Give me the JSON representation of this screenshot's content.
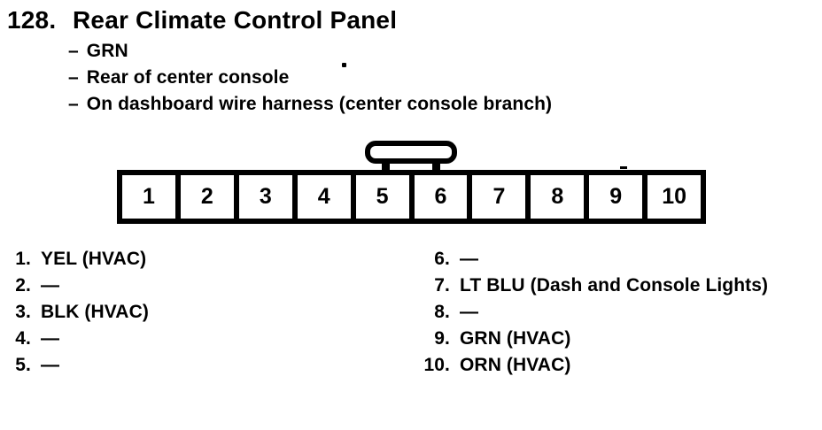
{
  "colors": {
    "ink": "#000000",
    "paper": "#ffffff"
  },
  "header": {
    "item_number": "128.",
    "title": "Rear Climate Control Panel",
    "marker": "–",
    "details": [
      "GRN",
      "Rear of center console",
      "On dashboard wire harness (center console branch)"
    ]
  },
  "connector": {
    "pins": [
      "1",
      "2",
      "3",
      "4",
      "5",
      "6",
      "7",
      "8",
      "9",
      "10"
    ]
  },
  "pin_list": {
    "left": [
      {
        "num": "1.",
        "label": "YEL (HVAC)"
      },
      {
        "num": "2.",
        "label": "—"
      },
      {
        "num": "3.",
        "label": "BLK (HVAC)"
      },
      {
        "num": "4.",
        "label": "—"
      },
      {
        "num": "5.",
        "label": "—"
      }
    ],
    "right": [
      {
        "num": "6.",
        "label": "—"
      },
      {
        "num": "7.",
        "label": "LT BLU (Dash and Console Lights)"
      },
      {
        "num": "8.",
        "label": "—"
      },
      {
        "num": "9.",
        "label": "GRN (HVAC)"
      },
      {
        "num": "10.",
        "label": "ORN (HVAC)"
      }
    ]
  }
}
